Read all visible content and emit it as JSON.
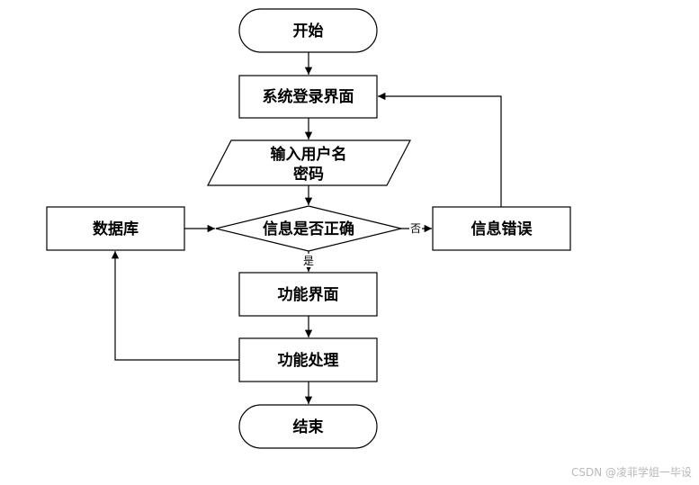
{
  "nodes": {
    "start": "开始",
    "login": "系统登录界面",
    "input_line1": "输入用户名",
    "input_line2": "密码",
    "decision": "信息是否正确",
    "database": "数据库",
    "error": "信息错误",
    "function_ui": "功能界面",
    "function_proc": "功能处理",
    "end": "结束"
  },
  "edge_labels": {
    "no": "否",
    "yes": "是"
  },
  "watermark": "CSDN @凌菲学姐一毕设"
}
